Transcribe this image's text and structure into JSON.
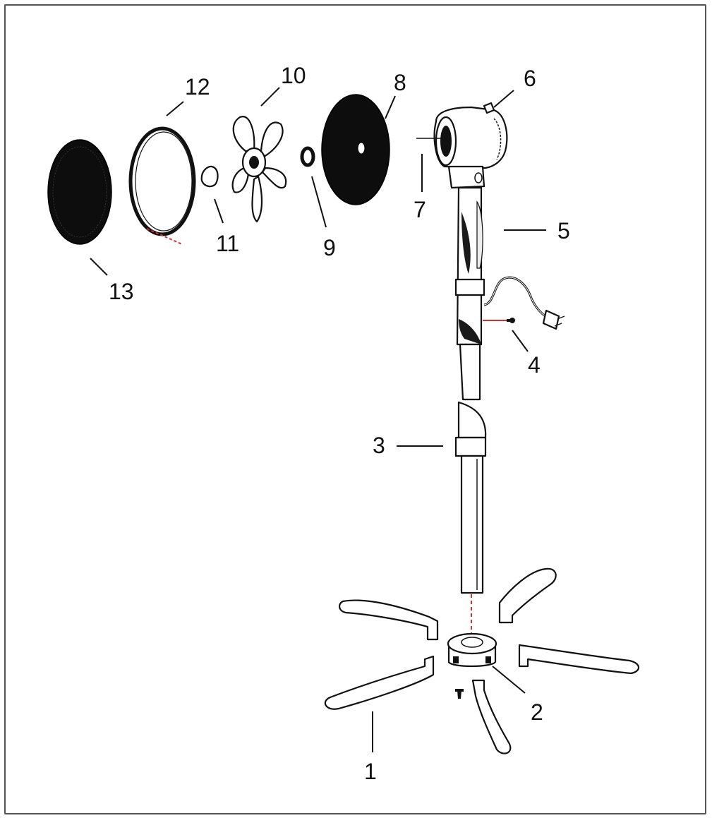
{
  "diagram": {
    "callouts": [
      {
        "id": "1",
        "label": "1"
      },
      {
        "id": "2",
        "label": "2"
      },
      {
        "id": "3",
        "label": "3"
      },
      {
        "id": "4",
        "label": "4"
      },
      {
        "id": "5",
        "label": "5"
      },
      {
        "id": "6",
        "label": "6"
      },
      {
        "id": "7",
        "label": "7"
      },
      {
        "id": "8",
        "label": "8"
      },
      {
        "id": "9",
        "label": "9"
      },
      {
        "id": "10",
        "label": "10"
      },
      {
        "id": "11",
        "label": "11"
      },
      {
        "id": "12",
        "label": "12"
      },
      {
        "id": "13",
        "label": "13"
      }
    ],
    "colors": {
      "line": "#111111",
      "fill_dark": "#0d0d0d",
      "highlight": "#d32f2f",
      "frame": "#555555"
    }
  }
}
